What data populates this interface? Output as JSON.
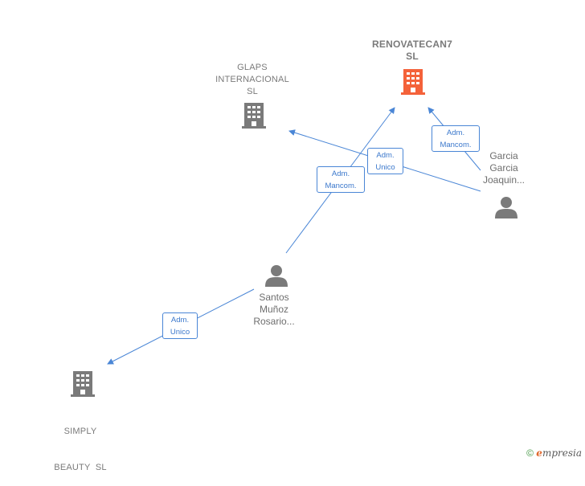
{
  "nodes": {
    "renovatecan": {
      "label_line1": "RENOVATECAN7",
      "label_line2": "SL",
      "color": "#f4623a"
    },
    "glaps": {
      "label_line1": "GLAPS",
      "label_line2": "INTERNACIONAL",
      "label_line3": "SL",
      "color": "#7a7a7a"
    },
    "simply": {
      "label_line1": "SIMPLY",
      "label_line2": "BEAUTY  SL",
      "color": "#7a7a7a"
    },
    "garcia": {
      "label_line1": "Garcia",
      "label_line2": "Garcia",
      "label_line3": "Joaquin...",
      "color": "#7a7a7a"
    },
    "santos": {
      "label_line1": "Santos",
      "label_line2": "Muñoz",
      "label_line3": "Rosario...",
      "color": "#7a7a7a"
    }
  },
  "edges": {
    "garcia_renovatecan": {
      "line1": "Adm.",
      "line2": "Mancom."
    },
    "garcia_glaps": {
      "line1": "Adm.",
      "line2": "Unico"
    },
    "santos_renovatecan": {
      "line1": "Adm.",
      "line2": "Mancom."
    },
    "santos_simply": {
      "line1": "Adm.",
      "line2": "Unico"
    }
  },
  "colors": {
    "edge": "#4a86d6",
    "building": "#7a7a7a",
    "highlight": "#f4623a",
    "person": "#7a7a7a"
  },
  "footer": {
    "copyright": "©",
    "brand_initial": "e",
    "brand_rest": "mpresia"
  }
}
